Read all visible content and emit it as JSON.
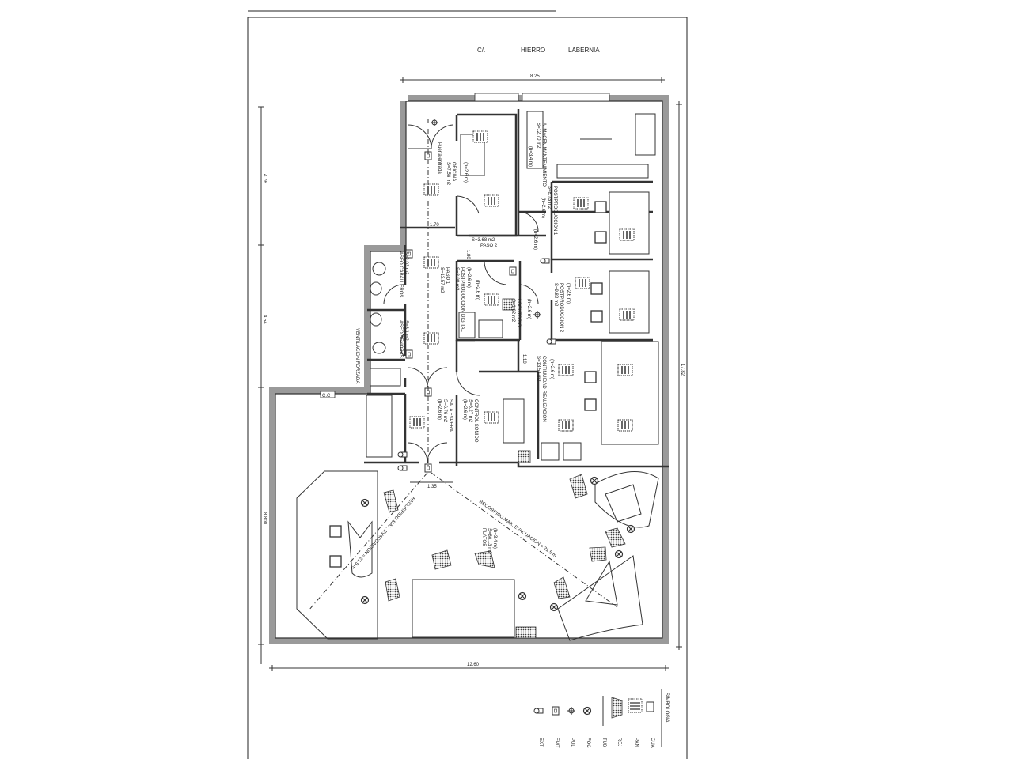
{
  "street": {
    "prefix": "C/.",
    "name1": "HIERRO",
    "name2": "LABERNIA"
  },
  "dimensions": {
    "top": "8.25",
    "left_upper": "4.76",
    "left_middle": "4.54",
    "left_lower": "8.800",
    "right": "17.82",
    "bottom": "12.60",
    "paso1": "1.70",
    "paso2": "1.80",
    "continuidad": "1.10",
    "entrance": "1.35"
  },
  "rooms": {
    "almacen": {
      "name": "ALMACEN MANTENIMIENTO",
      "area": "S=12.70 m2",
      "height": "(h=3.4 m)"
    },
    "oficina": {
      "name": "OFICINA",
      "area": "S=7.58 m2",
      "height": "(h=2.6 m)"
    },
    "entrada": {
      "name": "Puerta entrada"
    },
    "post1": {
      "name": "POSTPRODUCCION 1",
      "area": "S=8.73 m2",
      "height": "(h=2.6 m)"
    },
    "paso2": {
      "name": "PASO 2",
      "area": "S=3.68 m2",
      "height": "(h=2.6 m)"
    },
    "postdigital": {
      "name": "POSTPRODUCCION DIGITAL",
      "area": "S=3.98 m2",
      "height": "(h=2.6 m)"
    },
    "paso1": {
      "name": "PASO 1",
      "area": "S=13.57 m2",
      "height": "(h=2.6 m)"
    },
    "locutorio": {
      "name": "LOCUTORIO",
      "area": "S=1.62 m2",
      "height": "(h=2.6 m)"
    },
    "post2": {
      "name": "POSTPRODUCCION 2",
      "area": "S=9.82 m2",
      "height": "(h=2.6 m)"
    },
    "aseo_cab": {
      "name": "ASEO CABALLEROS",
      "area": "S=2.03 m2"
    },
    "aseo_sen": {
      "name": "ASEO SEÑORAS",
      "area": "S=3.1 m2"
    },
    "ventilacion": {
      "name": "VENTILACION FORZADA"
    },
    "continuidad": {
      "name": "CONTINUIDAD-REALIZACION",
      "area": "S=13.54 m2",
      "height": "(h=2.6 m)"
    },
    "control": {
      "name": "CONTROL SONIDO",
      "area": "S=6.27 m2",
      "height": "(h=2.6 m)"
    },
    "espera": {
      "name": "SALA ESPERA",
      "area": "S=6.76 m2",
      "height": "(h=2.6 m)"
    },
    "platos": {
      "name": "PLATOS",
      "area": "S=80.13 m2",
      "height": "(h=3.4 m)"
    }
  },
  "evacuation": {
    "route_right": "RECORRIDO MAX. EVACUACION = 21.5 m",
    "route_left": "RECORRIDO MAX. EVACUACION = 21.5 m"
  },
  "cc_label": "C.C",
  "legend": {
    "title": "SIMBOLOGIA",
    "items": [
      "CUA",
      "PAN",
      "REJ",
      "TUB",
      "FOC",
      "PUL",
      "EMT",
      "EXT"
    ]
  }
}
